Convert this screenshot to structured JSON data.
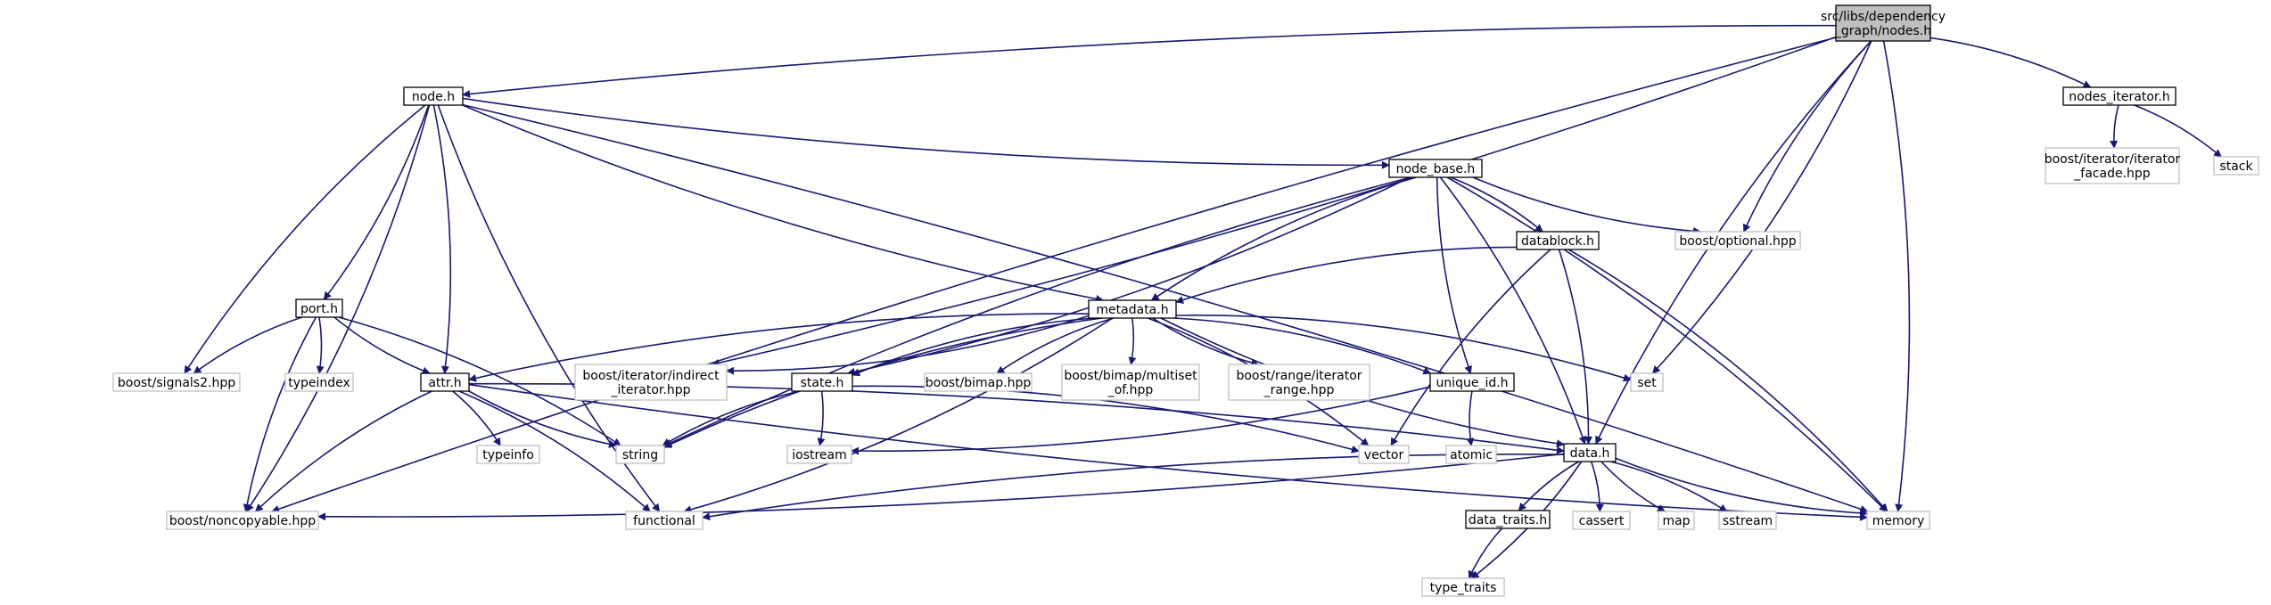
{
  "colors": {
    "edge": "#191970",
    "root_fill": "#bfbfbf",
    "root_stroke": "#000000",
    "project_fill": "#ffffff",
    "project_stroke": "#000000",
    "external_fill": "#ffffff",
    "external_stroke": "#bfbfbf",
    "external_text": "#555555"
  },
  "nodes": [
    {
      "id": "root",
      "kind": "root",
      "lines": [
        "src/libs/dependency",
        "_graph/nodes.h"
      ]
    },
    {
      "id": "node_h",
      "kind": "project",
      "lines": [
        "node.h"
      ]
    },
    {
      "id": "nodes_iterator",
      "kind": "project",
      "lines": [
        "nodes_iterator.h"
      ]
    },
    {
      "id": "node_base",
      "kind": "project",
      "lines": [
        "node_base.h"
      ]
    },
    {
      "id": "datablock",
      "kind": "project",
      "lines": [
        "datablock.h"
      ]
    },
    {
      "id": "port",
      "kind": "project",
      "lines": [
        "port.h"
      ]
    },
    {
      "id": "metadata",
      "kind": "project",
      "lines": [
        "metadata.h"
      ]
    },
    {
      "id": "attr",
      "kind": "project",
      "lines": [
        "attr.h"
      ]
    },
    {
      "id": "state",
      "kind": "project",
      "lines": [
        "state.h"
      ]
    },
    {
      "id": "unique_id",
      "kind": "project",
      "lines": [
        "unique_id.h"
      ]
    },
    {
      "id": "data",
      "kind": "project",
      "lines": [
        "data.h"
      ]
    },
    {
      "id": "data_traits",
      "kind": "project",
      "lines": [
        "data_traits.h"
      ]
    },
    {
      "id": "iterator_facade",
      "kind": "external",
      "lines": [
        "boost/iterator/iterator",
        "_facade.hpp"
      ]
    },
    {
      "id": "stack",
      "kind": "external",
      "lines": [
        "stack"
      ]
    },
    {
      "id": "boost_optional",
      "kind": "external",
      "lines": [
        "boost/optional.hpp"
      ]
    },
    {
      "id": "signals2",
      "kind": "external",
      "lines": [
        "boost/signals2.hpp"
      ]
    },
    {
      "id": "typeindex",
      "kind": "external",
      "lines": [
        "typeindex"
      ]
    },
    {
      "id": "indirect_iterator",
      "kind": "external",
      "lines": [
        "boost/iterator/indirect",
        "_iterator.hpp"
      ]
    },
    {
      "id": "bimap",
      "kind": "external",
      "lines": [
        "boost/bimap.hpp"
      ]
    },
    {
      "id": "multiset_of",
      "kind": "external",
      "lines": [
        "boost/bimap/multiset",
        "_of.hpp"
      ]
    },
    {
      "id": "iterator_range",
      "kind": "external",
      "lines": [
        "boost/range/iterator",
        "_range.hpp"
      ]
    },
    {
      "id": "set",
      "kind": "external",
      "lines": [
        "set"
      ]
    },
    {
      "id": "typeinfo",
      "kind": "external",
      "lines": [
        "typeinfo"
      ]
    },
    {
      "id": "string",
      "kind": "external",
      "lines": [
        "string"
      ]
    },
    {
      "id": "iostream",
      "kind": "external",
      "lines": [
        "iostream"
      ]
    },
    {
      "id": "vector",
      "kind": "external",
      "lines": [
        "vector"
      ]
    },
    {
      "id": "atomic",
      "kind": "external",
      "lines": [
        "atomic"
      ]
    },
    {
      "id": "noncopyable",
      "kind": "external",
      "lines": [
        "boost/noncopyable.hpp"
      ]
    },
    {
      "id": "functional",
      "kind": "external",
      "lines": [
        "functional"
      ]
    },
    {
      "id": "cassert",
      "kind": "external",
      "lines": [
        "cassert"
      ]
    },
    {
      "id": "map",
      "kind": "external",
      "lines": [
        "map"
      ]
    },
    {
      "id": "sstream",
      "kind": "external",
      "lines": [
        "sstream"
      ]
    },
    {
      "id": "memory",
      "kind": "external",
      "lines": [
        "memory"
      ]
    },
    {
      "id": "type_traits",
      "kind": "external",
      "lines": [
        "type_traits"
      ]
    }
  ],
  "edges": [
    [
      "root",
      "node_h"
    ],
    [
      "root",
      "nodes_iterator"
    ],
    [
      "root",
      "boost_optional"
    ],
    [
      "root",
      "set"
    ],
    [
      "root",
      "data"
    ],
    [
      "root",
      "memory"
    ],
    [
      "root",
      "noncopyable"
    ],
    [
      "root",
      "indirect_iterator"
    ],
    [
      "nodes_iterator",
      "iterator_facade"
    ],
    [
      "nodes_iterator",
      "stack"
    ],
    [
      "node_h",
      "node_base"
    ],
    [
      "node_h",
      "port"
    ],
    [
      "node_h",
      "metadata"
    ],
    [
      "node_h",
      "attr"
    ],
    [
      "node_h",
      "signals2"
    ],
    [
      "node_h",
      "noncopyable"
    ],
    [
      "node_h",
      "functional"
    ],
    [
      "node_h",
      "memory"
    ],
    [
      "node_base",
      "boost_optional"
    ],
    [
      "node_base",
      "datablock"
    ],
    [
      "node_base",
      "metadata"
    ],
    [
      "node_base",
      "state"
    ],
    [
      "node_base",
      "unique_id"
    ],
    [
      "node_base",
      "data"
    ],
    [
      "node_base",
      "string"
    ],
    [
      "node_base",
      "memory"
    ],
    [
      "datablock",
      "metadata"
    ],
    [
      "datablock",
      "data"
    ],
    [
      "datablock",
      "vector"
    ],
    [
      "datablock",
      "memory"
    ],
    [
      "port",
      "signals2"
    ],
    [
      "port",
      "typeindex"
    ],
    [
      "port",
      "attr"
    ],
    [
      "port",
      "string"
    ],
    [
      "port",
      "noncopyable"
    ],
    [
      "metadata",
      "indirect_iterator"
    ],
    [
      "metadata",
      "bimap"
    ],
    [
      "metadata",
      "multiset_of"
    ],
    [
      "metadata",
      "iterator_range"
    ],
    [
      "metadata",
      "set"
    ],
    [
      "metadata",
      "state"
    ],
    [
      "metadata",
      "unique_id"
    ],
    [
      "metadata",
      "data"
    ],
    [
      "metadata",
      "vector"
    ],
    [
      "metadata",
      "string"
    ],
    [
      "metadata",
      "functional"
    ],
    [
      "metadata",
      "attr"
    ],
    [
      "attr",
      "typeinfo"
    ],
    [
      "attr",
      "string"
    ],
    [
      "attr",
      "data"
    ],
    [
      "attr",
      "noncopyable"
    ],
    [
      "attr",
      "functional"
    ],
    [
      "attr",
      "memory"
    ],
    [
      "state",
      "iostream"
    ],
    [
      "state",
      "string"
    ],
    [
      "state",
      "vector"
    ],
    [
      "unique_id",
      "atomic"
    ],
    [
      "unique_id",
      "iostream"
    ],
    [
      "data",
      "data_traits"
    ],
    [
      "data",
      "cassert"
    ],
    [
      "data",
      "map"
    ],
    [
      "data",
      "sstream"
    ],
    [
      "data",
      "memory"
    ],
    [
      "data",
      "noncopyable"
    ],
    [
      "data",
      "functional"
    ],
    [
      "data",
      "type_traits"
    ],
    [
      "data_traits",
      "type_traits"
    ]
  ]
}
